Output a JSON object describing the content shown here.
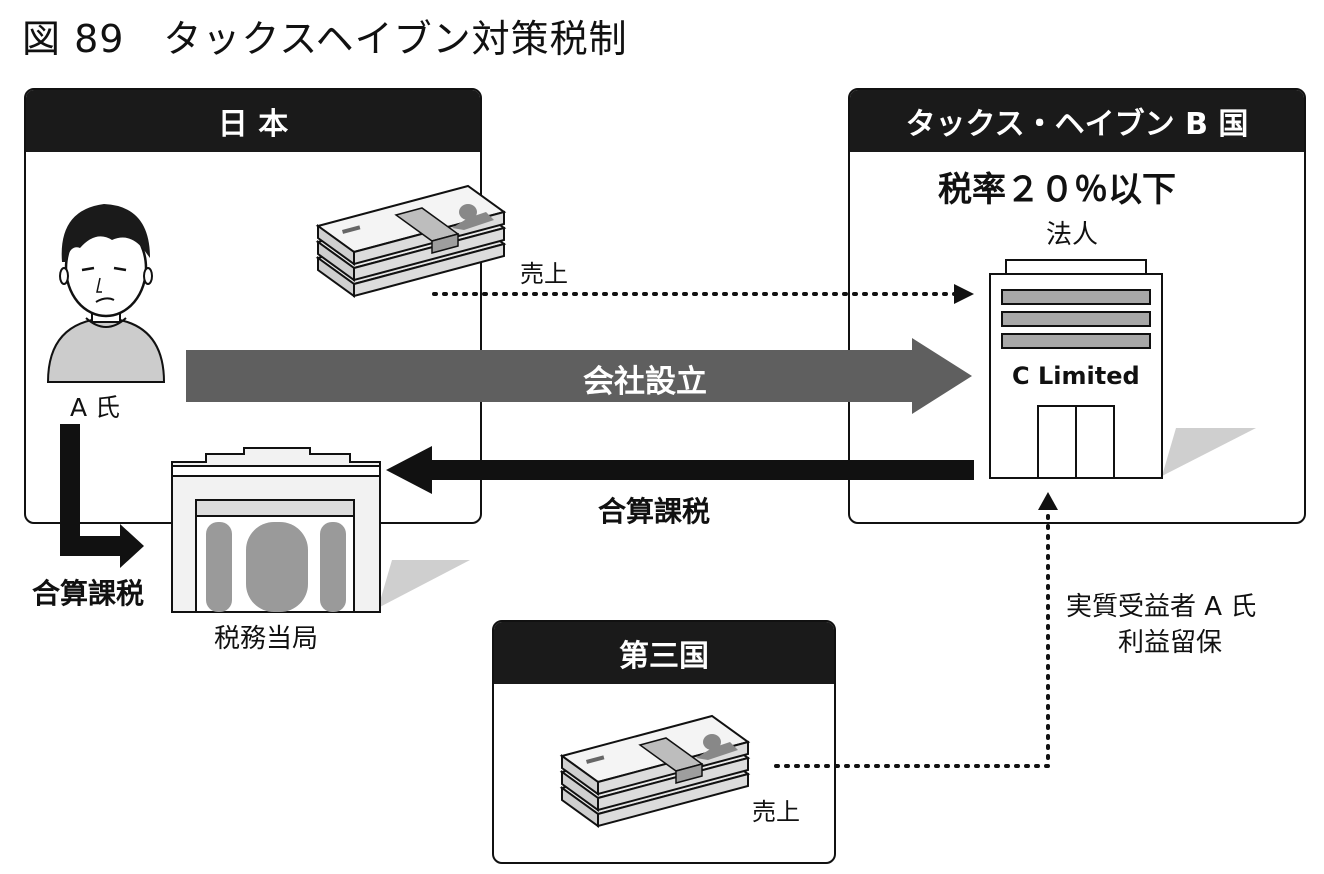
{
  "figure_title": "図 89　タックスヘイブン対策税制",
  "panels": {
    "japan": {
      "header": "日 本"
    },
    "haven": {
      "header": "タックス・ヘイブン B 国",
      "tax_rate": "税率２０％以下"
    },
    "third": {
      "header": "第三国"
    }
  },
  "labels": {
    "person": "A 氏",
    "sales_japan": "売上",
    "sales_third": "売上",
    "company_setup": "会社設立",
    "combined_tax_arrow": "合算課税",
    "combined_tax_left": "合算課税",
    "tax_office": "税務当局",
    "corporation": "法人",
    "company_name": "C Limited",
    "beneficial_owner_line1": "実質受益者 A 氏",
    "beneficial_owner_line2": "利益留保"
  }
}
